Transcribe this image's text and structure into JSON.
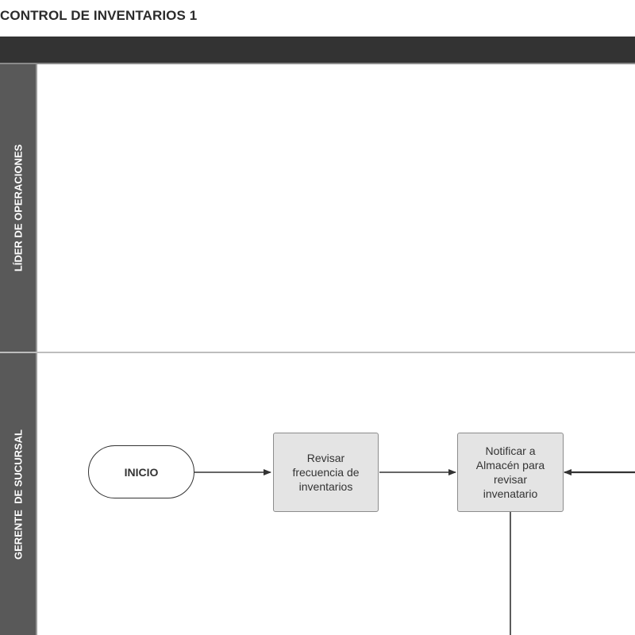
{
  "title": "CONTROL DE INVENTARIOS 1",
  "lanes": [
    {
      "label": "LÍDER DE OPERACIONES"
    },
    {
      "label": "GERENTE  DE SUCURSAL"
    }
  ],
  "nodes": {
    "start": "INICIO",
    "review": "Revisar frecuencia de inventarios",
    "notify": "Notificar a Almacén para revisar invenatario"
  },
  "colors": {
    "top_bar": "#333333",
    "lane_label_bg": "#595959",
    "process_fill": "#e4e4e4",
    "line": "#333333"
  }
}
